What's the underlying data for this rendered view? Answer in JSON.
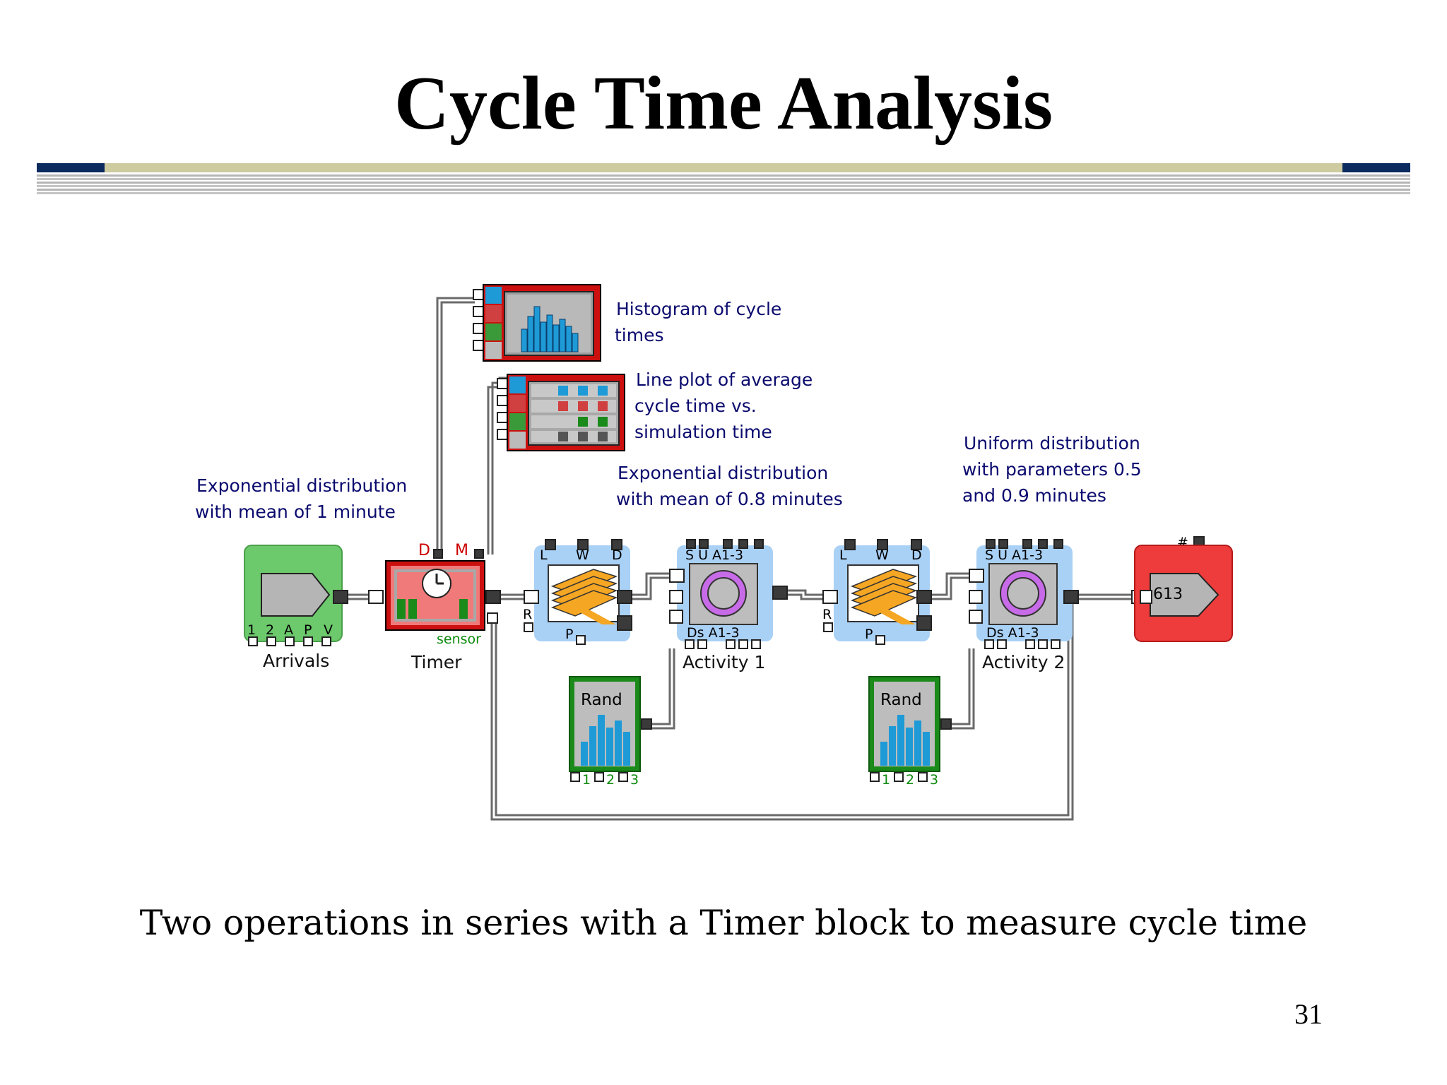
{
  "slide": {
    "title": "Cycle Time Analysis",
    "caption": "Two operations in series with a Timer block to measure cycle time",
    "page_number": "31"
  },
  "colors": {
    "rule_navy": "#0b2a5e",
    "rule_tan": "#cfcba0",
    "annotation_blue": "#0a0a6e",
    "block_red": "#cc1010",
    "block_green": "#1a8a1a",
    "block_lightblue": "#a9d0f5",
    "arrivals_green": "#6cc96c",
    "histogram_bar": "#1e9ad6"
  },
  "annotations": {
    "histogram": [
      "Histogram of cycle",
      "times"
    ],
    "lineplot": [
      "Line plot of average",
      "cycle time vs.",
      "simulation time"
    ],
    "arrivals_dist": [
      "Exponential distribution",
      "with mean of 1 minute"
    ],
    "activity1_dist": [
      "Exponential distribution",
      "with mean of 0.8 minutes"
    ],
    "activity2_dist": [
      "Uniform distribution",
      "with parameters 0.5",
      "and 0.9 minutes"
    ]
  },
  "blocks": {
    "arrivals": {
      "label": "Arrivals",
      "ports": [
        "1",
        "2",
        "A",
        "P",
        "V"
      ],
      "icon": "generator-arrow-icon"
    },
    "timer": {
      "label": "Timer",
      "port_d": "D",
      "port_m": "M",
      "sensor": "sensor",
      "icon": "clock-icon"
    },
    "queue1": {
      "port_l": "L",
      "port_w": "W",
      "port_d": "D",
      "port_r": "R",
      "port_p": "P",
      "icon": "stack-queue-icon"
    },
    "activity1": {
      "label": "Activity 1",
      "top_ports": "S U A1-3",
      "bottom_ports": "Ds  A1-3",
      "icon": "ring-activity-icon"
    },
    "queue2": {
      "port_l": "L",
      "port_w": "W",
      "port_d": "D",
      "port_r": "R",
      "port_p": "P",
      "icon": "stack-queue-icon"
    },
    "activity2": {
      "label": "Activity 2",
      "top_ports": "S U A1-3",
      "bottom_ports": "Ds  A1-3",
      "icon": "ring-activity-icon"
    },
    "rand1": {
      "label": "Rand",
      "ports": [
        "1",
        "2",
        "3"
      ],
      "icon": "random-histogram-icon"
    },
    "rand2": {
      "label": "Rand",
      "ports": [
        "1",
        "2",
        "3"
      ],
      "icon": "random-histogram-icon"
    },
    "exit": {
      "count": "613",
      "hash": "#",
      "icon": "exit-arrow-icon"
    },
    "histogram_plotter": {
      "icon": "histogram-plotter-icon"
    },
    "line_plotter": {
      "icon": "line-plotter-icon"
    }
  }
}
